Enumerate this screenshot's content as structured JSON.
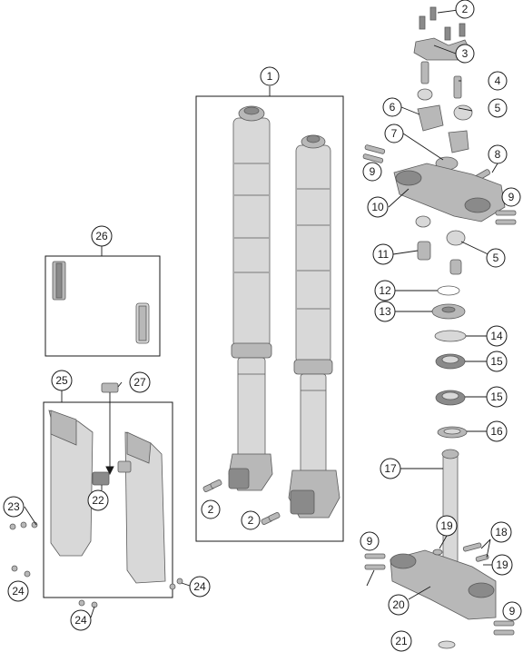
{
  "callouts": {
    "c1": "1",
    "c2a": "2",
    "c2b": "2",
    "c2c": "2",
    "c3": "3",
    "c4": "4",
    "c5a": "5",
    "c5b": "5",
    "c6": "6",
    "c7": "7",
    "c8": "8",
    "c9a": "9",
    "c9b": "9",
    "c9c": "9",
    "c9d": "9",
    "c10": "10",
    "c11": "11",
    "c12": "12",
    "c13": "13",
    "c14": "14",
    "c15a": "15",
    "c15b": "15",
    "c16": "16",
    "c17": "17",
    "c18": "18",
    "c19a": "19",
    "c19b": "19",
    "c20": "20",
    "c21": "21",
    "c22": "22",
    "c23": "23",
    "c24a": "24",
    "c24b": "24",
    "c24c": "24",
    "c25": "25",
    "c26": "26",
    "c27": "27"
  },
  "colors": {
    "line": "#1a1a1a",
    "part_light": "#d8d8d8",
    "part_mid": "#b8b8b8",
    "part_dark": "#8a8a8a"
  }
}
